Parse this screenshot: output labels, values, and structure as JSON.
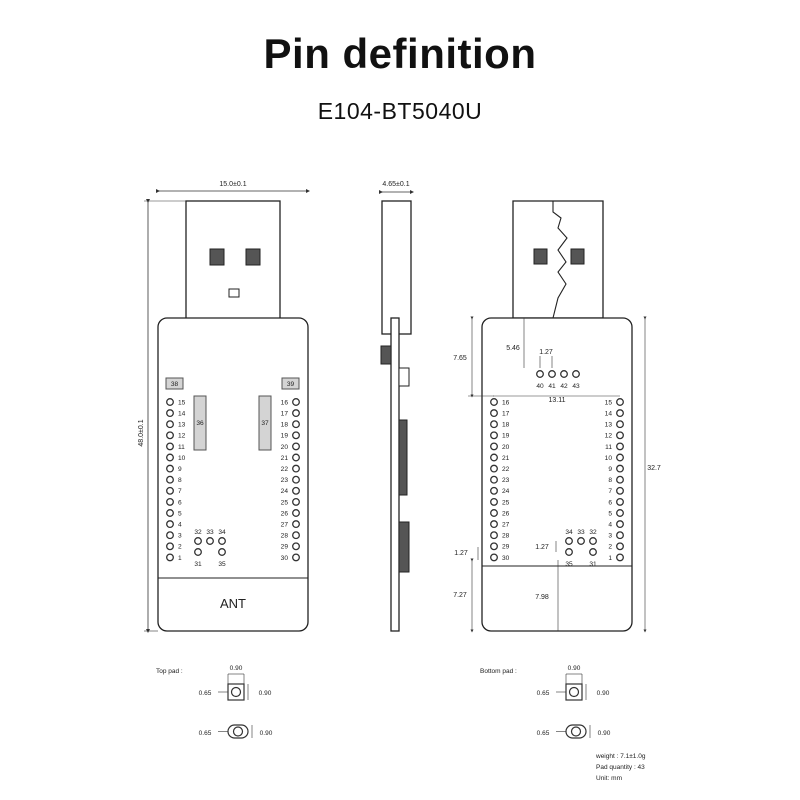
{
  "title": "Pin definition",
  "model": "E104-BT5040U",
  "front_view": {
    "width_dim": "15.0±0.1",
    "height_dim": "48.0±0.1",
    "antenna_label": "ANT",
    "pad_38": "38",
    "pad_39": "39",
    "pad_36": "36",
    "pad_37": "37",
    "left_pins": [
      "15",
      "14",
      "13",
      "12",
      "11",
      "10",
      "9",
      "8",
      "7",
      "6",
      "5",
      "4",
      "3",
      "2",
      "1"
    ],
    "right_pins": [
      "16",
      "17",
      "18",
      "19",
      "20",
      "21",
      "22",
      "23",
      "24",
      "25",
      "26",
      "27",
      "28",
      "29",
      "30"
    ],
    "bottom_top_labels": [
      "32",
      "33",
      "34"
    ],
    "bottom_bottom_labels": [
      "31",
      "35"
    ]
  },
  "side_view": {
    "thickness_dim": "4.65±0.1"
  },
  "back_view": {
    "dim_7_65": "7.65",
    "dim_5_46": "5.46",
    "dim_1_27_top": "1.27",
    "top_pins": [
      "40",
      "41",
      "42",
      "43"
    ],
    "dim_13_11": "13.11",
    "dim_32_7": "32.7",
    "dim_1_27_left": "1.27",
    "dim_1_27_mid": "1.27",
    "dim_7_27": "7.27",
    "dim_7_98": "7.98",
    "left_pins": [
      "16",
      "17",
      "18",
      "19",
      "20",
      "21",
      "22",
      "23",
      "24",
      "25",
      "26",
      "27",
      "28",
      "29",
      "30"
    ],
    "right_pins": [
      "15",
      "14",
      "13",
      "12",
      "11",
      "10",
      "9",
      "8",
      "7",
      "6",
      "5",
      "4",
      "3",
      "2",
      "1"
    ],
    "bottom_top_labels": [
      "34",
      "33",
      "32"
    ],
    "bottom_bottom_labels": [
      "35",
      "31"
    ]
  },
  "top_pad": {
    "label": "Top pad :",
    "d1": "0.90",
    "d2": "0.65",
    "d3": "0.90",
    "d4": "0.65",
    "d5": "0.90"
  },
  "bottom_pad": {
    "label": "Bottom pad :",
    "d1": "0.90",
    "d2": "0.65",
    "d3": "0.90",
    "d4": "0.65",
    "d5": "0.90"
  },
  "specs": {
    "weight": "weight : 7.1±1.0g",
    "pad_quantity": "Pad quantity : 43",
    "unit": "Unit:   mm"
  }
}
